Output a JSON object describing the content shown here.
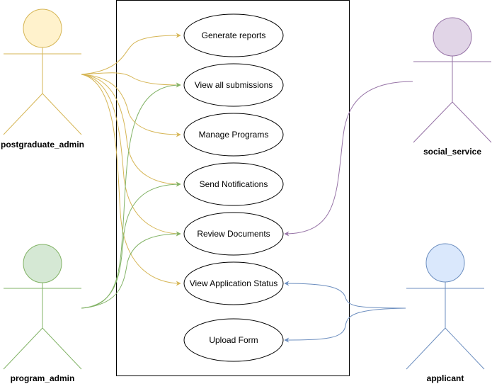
{
  "usecases": [
    {
      "id": "generate-reports",
      "label": "Generate reports"
    },
    {
      "id": "view-all-submissions",
      "label": "View all submissions"
    },
    {
      "id": "manage-programs",
      "label": "Manage Programs"
    },
    {
      "id": "send-notifications",
      "label": "Send Notifications"
    },
    {
      "id": "review-documents",
      "label": "Review Documents"
    },
    {
      "id": "view-application-status",
      "label": "View Application Status"
    },
    {
      "id": "upload-form",
      "label": "Upload Form"
    }
  ],
  "actors": [
    {
      "id": "postgraduate-admin",
      "label": "postgraduate_admin",
      "color": "#d6b656",
      "fill": "#fff2cc"
    },
    {
      "id": "program-admin",
      "label": "program_admin",
      "color": "#82b366",
      "fill": "#d5e8d4"
    },
    {
      "id": "social-service",
      "label": "social_service",
      "color": "#9673a6",
      "fill": "#e1d5e7"
    },
    {
      "id": "applicant",
      "label": "applicant",
      "color": "#6c8ebf",
      "fill": "#dae8fc"
    }
  ],
  "associations": [
    {
      "from": "postgraduate-admin",
      "to": "generate-reports"
    },
    {
      "from": "postgraduate-admin",
      "to": "view-all-submissions"
    },
    {
      "from": "postgraduate-admin",
      "to": "manage-programs"
    },
    {
      "from": "postgraduate-admin",
      "to": "send-notifications"
    },
    {
      "from": "postgraduate-admin",
      "to": "review-documents"
    },
    {
      "from": "postgraduate-admin",
      "to": "view-application-status"
    },
    {
      "from": "program-admin",
      "to": "view-all-submissions"
    },
    {
      "from": "program-admin",
      "to": "send-notifications"
    },
    {
      "from": "program-admin",
      "to": "review-documents"
    },
    {
      "from": "social-service",
      "to": "review-documents"
    },
    {
      "from": "applicant",
      "to": "view-application-status"
    },
    {
      "from": "applicant",
      "to": "upload-form"
    }
  ]
}
